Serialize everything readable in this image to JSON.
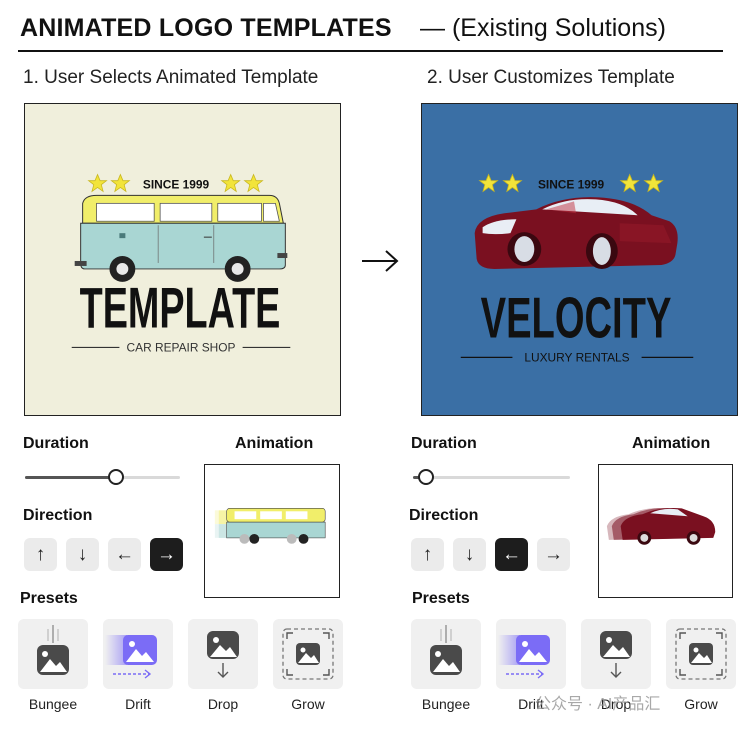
{
  "header": {
    "title": "ANIMATED LOGO TEMPLATES",
    "subtitle": "— (Existing Solutions)"
  },
  "left": {
    "heading": "1. User Selects Animated Template",
    "logo": {
      "since": "SINCE 1999",
      "name": "TEMPLATE",
      "tagline": "CAR REPAIR SHOP",
      "background": "#f0efdc"
    },
    "duration_label": "Duration",
    "duration_fraction": 0.59,
    "animation_label": "Animation",
    "direction_label": "Direction",
    "directions": [
      "↑",
      "↓",
      "←",
      "→"
    ],
    "active_direction": 3,
    "presets_label": "Presets",
    "presets": [
      "Bungee",
      "Drift",
      "Drop",
      "Grow"
    ]
  },
  "right": {
    "heading": "2. User Customizes Template",
    "logo": {
      "since": "SINCE 1999",
      "name": "VELOCITY",
      "tagline": "LUXURY RENTALS",
      "background": "#3a6fa5"
    },
    "duration_label": "Duration",
    "duration_fraction": 0.08,
    "animation_label": "Animation",
    "direction_label": "Direction",
    "directions": [
      "↑",
      "↓",
      "←",
      "→"
    ],
    "active_direction": 2,
    "presets_label": "Presets",
    "presets": [
      "Bungee",
      "Drift",
      "Drop",
      "Grow"
    ]
  },
  "arrow": "→",
  "watermark": "公众号 · AI产品汇",
  "colors": {
    "accent": "#7b6cf6",
    "star": "#f2e43a",
    "car": "#7a1020",
    "van_top": "#f1ee6a",
    "van_bottom": "#a9d6d3"
  }
}
